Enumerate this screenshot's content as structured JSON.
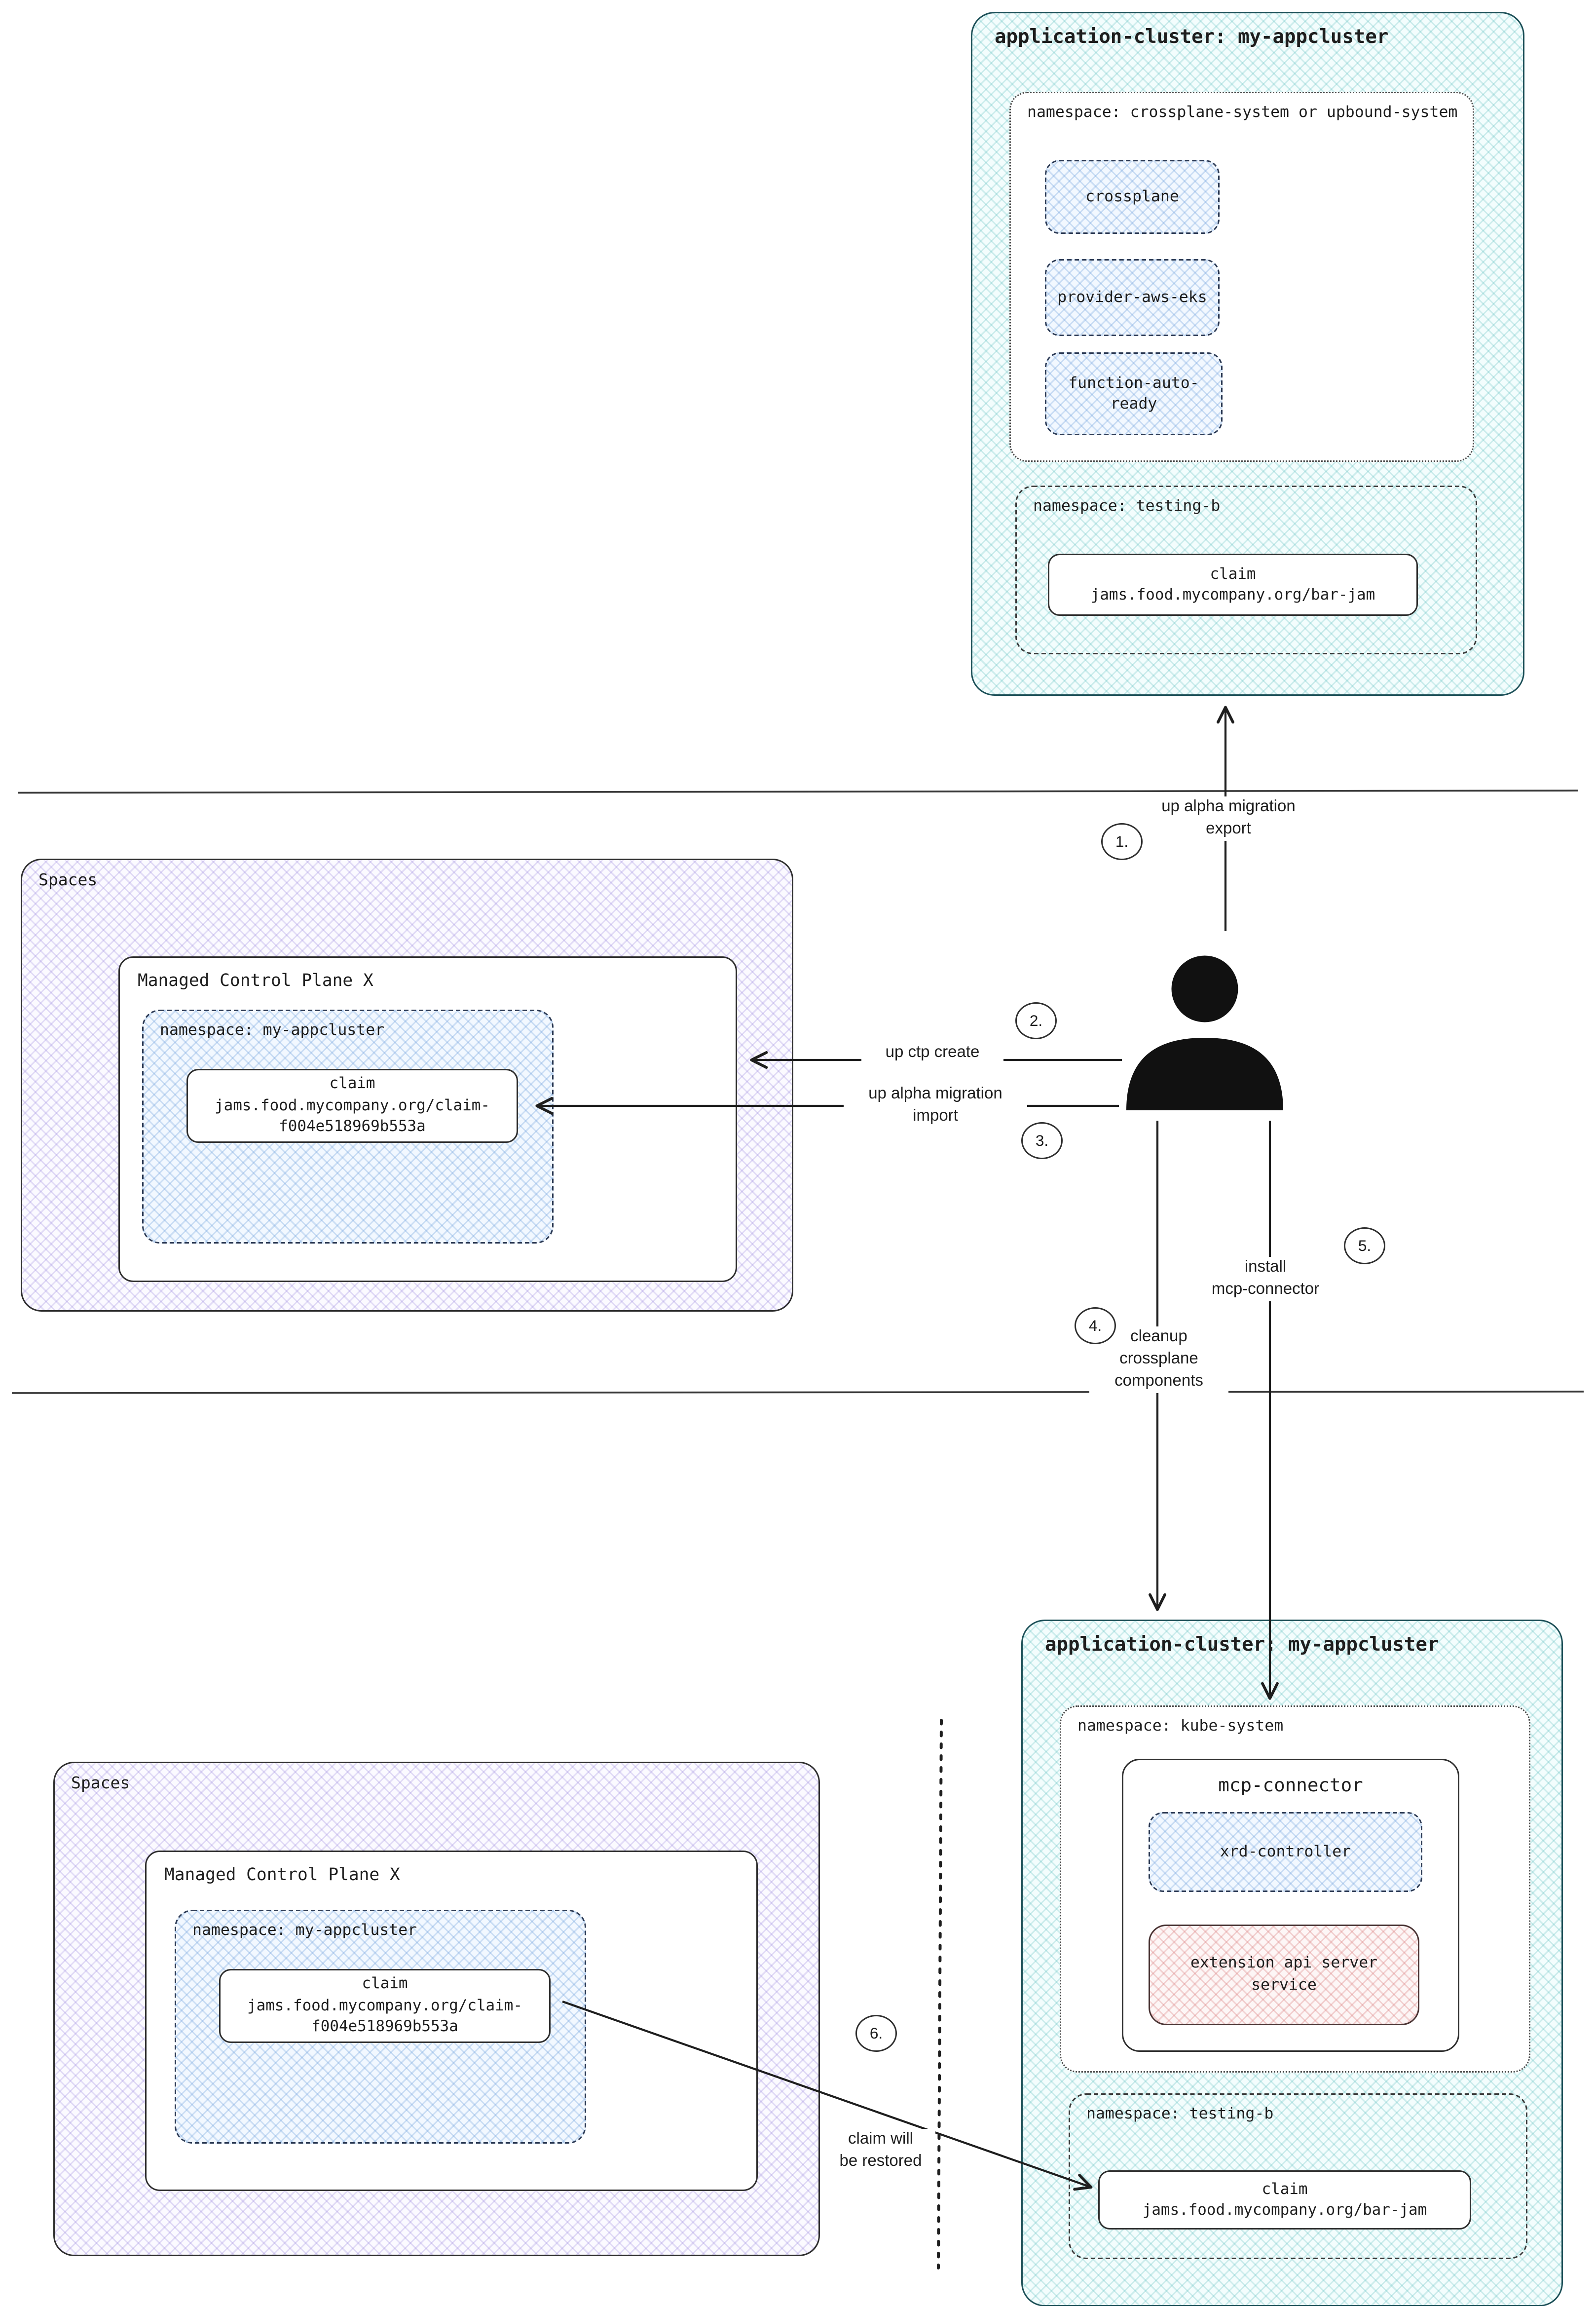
{
  "top_cluster": {
    "title": "application-cluster: my-appcluster",
    "system_namespace": {
      "label": "namespace: crossplane-system or upbound-system",
      "components": [
        {
          "label": "crossplane"
        },
        {
          "label": "provider-aws-eks"
        },
        {
          "label": "function-auto-\nready"
        }
      ]
    },
    "testing_namespace": {
      "label": "namespace: testing-b",
      "claim": {
        "title": "claim",
        "name": "jams.food.mycompany.org/bar-jam"
      }
    }
  },
  "spaces_mid": {
    "title": "Spaces",
    "control_plane": {
      "title": "Managed Control Plane X",
      "namespace": {
        "label": "namespace: my-appcluster",
        "claim": {
          "title": "claim",
          "name": "jams.food.mycompany.org/claim-\nf004e518969b553a"
        }
      }
    }
  },
  "bottom_cluster": {
    "title": "application-cluster: my-appcluster",
    "kube_namespace": {
      "label": "namespace: kube-system",
      "mcp_connector": {
        "title": "mcp-connector",
        "xrd_controller": {
          "label": "xrd-controller"
        },
        "extension_api": {
          "label": "extension api server\nservice"
        }
      }
    },
    "testing_namespace": {
      "label": "namespace: testing-b",
      "claim": {
        "title": "claim",
        "name": "jams.food.mycompany.org/bar-jam"
      }
    }
  },
  "spaces_bottom": {
    "title": "Spaces",
    "control_plane": {
      "title": "Managed Control Plane X",
      "namespace": {
        "label": "namespace: my-appcluster",
        "claim": {
          "title": "claim",
          "name": "jams.food.mycompany.org/claim-\nf004e518969b553a"
        }
      }
    }
  },
  "steps": [
    {
      "num": "1.",
      "label": "up alpha migration\nexport"
    },
    {
      "num": "2.",
      "label": "up ctp create"
    },
    {
      "num": "3.",
      "label": "up alpha migration\nimport"
    },
    {
      "num": "4.",
      "label": "cleanup\ncrossplane\ncomponents"
    },
    {
      "num": "5.",
      "label": "install\nmcp-connector"
    },
    {
      "num": "6.",
      "label": "claim will\nbe restored"
    }
  ]
}
